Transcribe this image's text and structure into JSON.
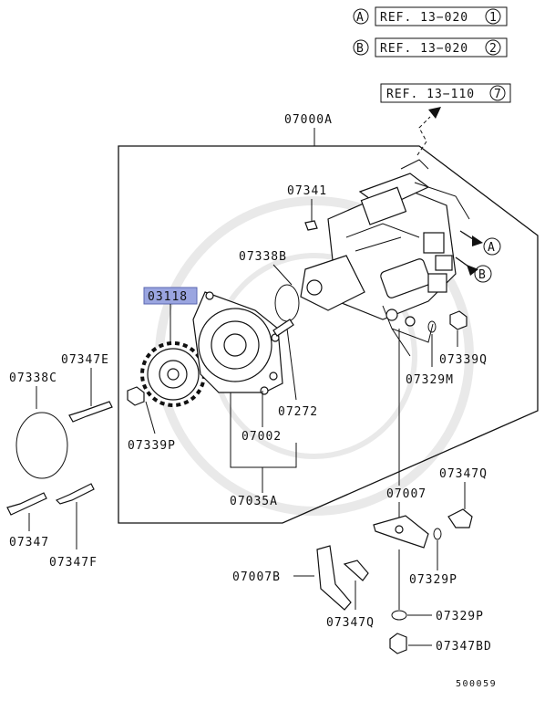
{
  "refs": [
    {
      "circle": "A",
      "text": "REF. 13−020",
      "num": "1"
    },
    {
      "circle": "B",
      "text": "REF. 13−020",
      "num": "2"
    },
    {
      "text": "REF. 13−110",
      "num": "7"
    }
  ],
  "arrow_circles": [
    "A",
    "B"
  ],
  "labels": {
    "p07000A": "07000A",
    "p07341": "07341",
    "p07338B": "07338B",
    "p03118": "03118",
    "p07347E": "07347E",
    "p07338C": "07338C",
    "p07339P": "07339P",
    "p07002": "07002",
    "p07272": "07272",
    "p07035A": "07035A",
    "p07339Q": "07339Q",
    "p07329M": "07329M",
    "p07347Q_a": "07347Q",
    "p07007": "07007",
    "p07329P_a": "07329P",
    "p07007B": "07007B",
    "p07347Q_b": "07347Q",
    "p07329P_b": "07329P",
    "p07347BD": "07347BD",
    "p07347": "07347",
    "p07347F": "07347F",
    "diagram_id": "500059"
  },
  "highlight_color": "#9aa5e0"
}
